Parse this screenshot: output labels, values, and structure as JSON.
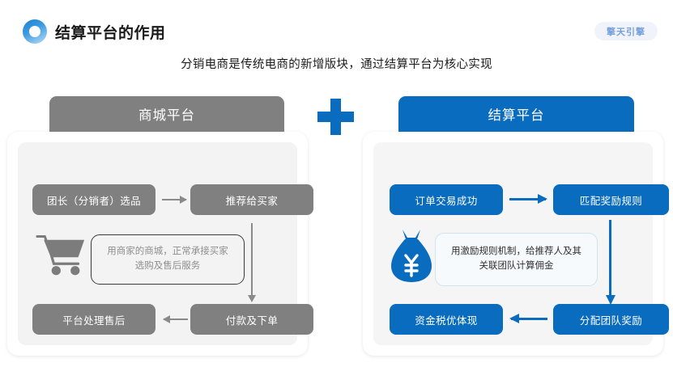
{
  "header": {
    "logo_icon": "ring-logo-icon",
    "title": "结算平台的作用",
    "brand_badge": "擎天引擎",
    "subtitle": "分销电商是传统电商的新增版块，通过结算平台为核心实现"
  },
  "colors": {
    "accent_blue": "#0a6cbf",
    "gray": "#808080",
    "panel_bg": "#f3f3f3",
    "badge_bg": "#eef2fa"
  },
  "plus_icon": "plus-icon",
  "panels": [
    {
      "id": "mall",
      "head_label": "商城平台",
      "theme": "gray",
      "icon": "shopping-cart-icon",
      "note": "用商家的商城，正常承接买家选购及售后服务",
      "boxes": {
        "top_left": "团长（分销者）选品",
        "top_right": "推荐给买家",
        "bottom_left": "平台处理售后",
        "bottom_right": "付款及下单"
      }
    },
    {
      "id": "settle",
      "head_label": "结算平台",
      "theme": "blue",
      "icon": "money-bag-yuan-icon",
      "note": "用激励规则机制，给推荐人及其关联团队计算佣金",
      "boxes": {
        "top_left": "订单交易成功",
        "top_right": "匹配奖励规则",
        "bottom_left": "资金税优体现",
        "bottom_right": "分配团队奖励"
      }
    }
  ]
}
